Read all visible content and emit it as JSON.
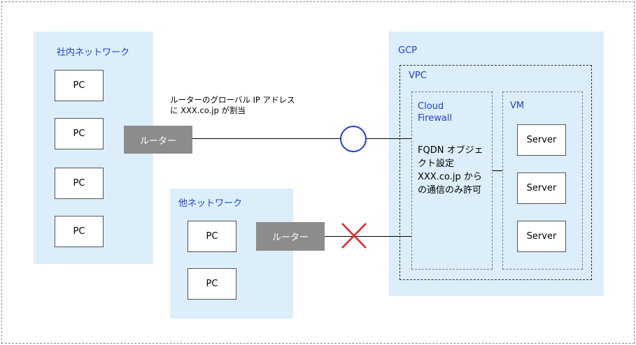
{
  "internal_network": {
    "title": "社内ネットワーク",
    "pcs": [
      "PC",
      "PC",
      "PC",
      "PC"
    ],
    "router": "ルーター",
    "note_line1": "ルーターのグローバル IP アドレス",
    "note_line2": "に XXX.co.jp が割当"
  },
  "other_network": {
    "title": "他ネットワーク",
    "pcs": [
      "PC",
      "PC"
    ],
    "router": "ルーター"
  },
  "gcp": {
    "title": "GCP",
    "vpc": {
      "title": "VPC",
      "firewall": {
        "title_line1": "Cloud",
        "title_line2": "Firewall",
        "rule_line1": "FQDN オブジェ",
        "rule_line2": "クト設定",
        "rule_line3": "XXX.co.jp から",
        "rule_line4": "の通信のみ許可"
      },
      "vm": {
        "title": "VM",
        "servers": [
          "Server",
          "Server",
          "Server"
        ]
      }
    }
  },
  "colors": {
    "zone_fill": "#dbeef9",
    "label_blue": "#1f3fd6",
    "allowed_mark": "#1f3fd6",
    "blocked_mark": "#e8232a",
    "router_fill": "#8c8c8c"
  },
  "icons": {
    "allowed": "circle-allowed-icon",
    "blocked": "cross-blocked-icon"
  }
}
